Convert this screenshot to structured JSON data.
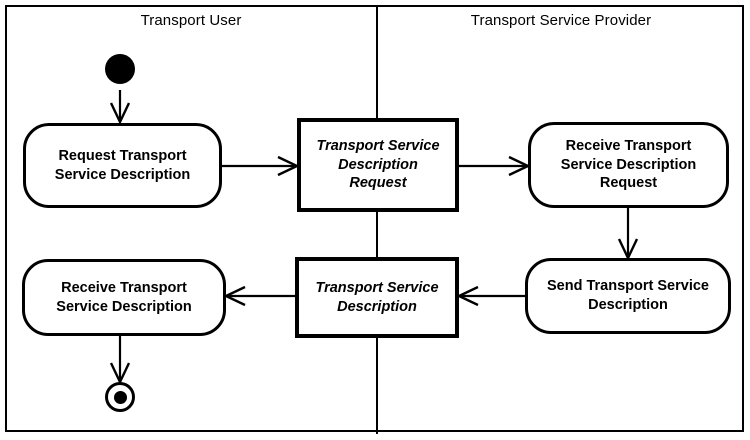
{
  "diagram": {
    "type": "uml-activity-diagram",
    "title": "",
    "lanes": [
      {
        "id": "transport-user",
        "label": "Transport User"
      },
      {
        "id": "transport-service-provider",
        "label": "Transport Service Provider"
      }
    ],
    "nodes": [
      {
        "id": "initial",
        "kind": "initial-node",
        "lane": "transport-user",
        "label": ""
      },
      {
        "id": "request-transport-service-description",
        "kind": "action",
        "lane": "transport-user",
        "label": "Request Transport\nService Description"
      },
      {
        "id": "transport-service-description-request",
        "kind": "object",
        "lane": "boundary",
        "label": "Transport Service\nDescription\nRequest"
      },
      {
        "id": "receive-transport-service-description-request",
        "kind": "action",
        "lane": "transport-service-provider",
        "label": "Receive Transport\nService Description\nRequest"
      },
      {
        "id": "send-transport-service-description",
        "kind": "action",
        "lane": "transport-service-provider",
        "label": "Send Transport Service\nDescription"
      },
      {
        "id": "transport-service-description",
        "kind": "object",
        "lane": "boundary",
        "label": "Transport Service\nDescription"
      },
      {
        "id": "receive-transport-service-description",
        "kind": "action",
        "lane": "transport-user",
        "label": "Receive Transport\nService Description"
      },
      {
        "id": "final",
        "kind": "final-node",
        "lane": "transport-user",
        "label": ""
      }
    ],
    "edges": [
      {
        "from": "initial",
        "to": "request-transport-service-description",
        "label": ""
      },
      {
        "from": "request-transport-service-description",
        "to": "transport-service-description-request",
        "label": ""
      },
      {
        "from": "transport-service-description-request",
        "to": "receive-transport-service-description-request",
        "label": ""
      },
      {
        "from": "receive-transport-service-description-request",
        "to": "send-transport-service-description",
        "label": ""
      },
      {
        "from": "send-transport-service-description",
        "to": "transport-service-description",
        "label": ""
      },
      {
        "from": "transport-service-description",
        "to": "receive-transport-service-description",
        "label": ""
      },
      {
        "from": "receive-transport-service-description",
        "to": "final",
        "label": ""
      }
    ],
    "colors": {
      "stroke": "#000000",
      "fill": "#ffffff",
      "text": "#000000"
    }
  }
}
